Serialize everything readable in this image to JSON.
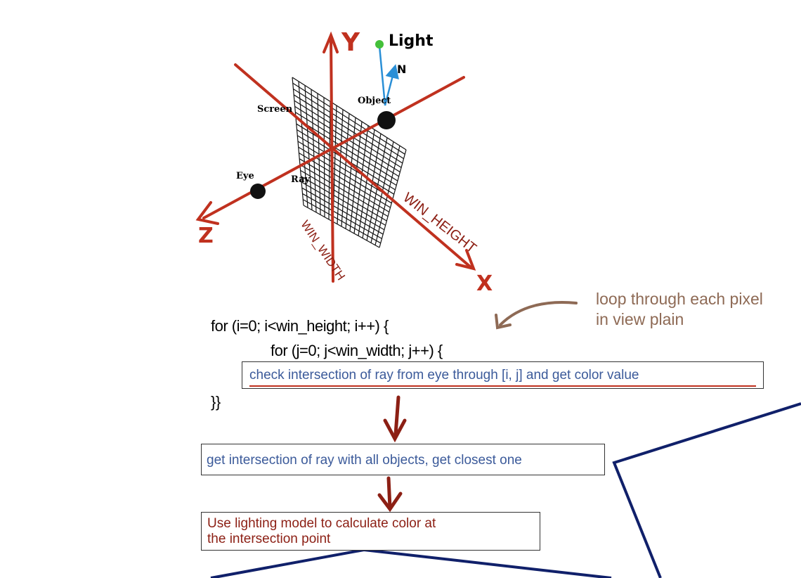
{
  "diagram": {
    "labels": {
      "axis_y": "Y",
      "axis_x": "X",
      "axis_z": "Z",
      "light": "Light",
      "normal": "N",
      "object": "Object",
      "screen": "Screen",
      "eye": "Eye",
      "ray": "Ray",
      "win_width": "WIN_WIDTH",
      "win_height": "WIN_HEIGHT"
    },
    "colors": {
      "axis": "#c0311f",
      "code_red": "#8c1f14",
      "blue_text": "#3b5a9a",
      "annotation": "#8e6a55",
      "navy": "#10206a",
      "light_dot": "#44c03a",
      "normal_arrow": "#2a8fd6"
    }
  },
  "code": {
    "line1": "for (i=0; i<win_height; i++) {",
    "line2": "for (j=0; j<win_width; j++) {",
    "line3": "}}"
  },
  "annotation": {
    "line1": "loop through each pixel",
    "line2": "in view plain"
  },
  "steps": {
    "check": "check intersection of ray from eye through [i, j] and get color value",
    "closest": "get intersection of ray with all objects, get closest one",
    "lighting_line1": "Use lighting model to calculate color at",
    "lighting_line2": "the intersection point"
  }
}
